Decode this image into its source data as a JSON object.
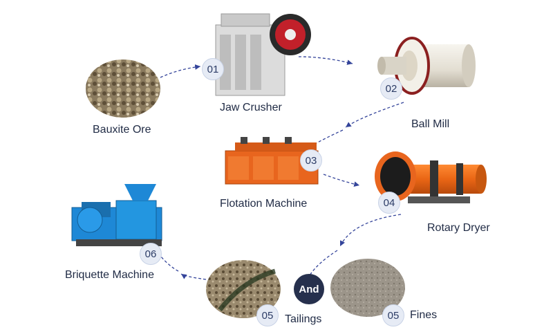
{
  "steps": {
    "ore": {
      "label": "Bauxite Ore"
    },
    "crusher": {
      "label": "Jaw Crusher",
      "badge": "01"
    },
    "mill": {
      "label": "Ball Mill",
      "badge": "02"
    },
    "flotation": {
      "label": "Flotation Machine",
      "badge": "03"
    },
    "dryer": {
      "label": "Rotary Dryer",
      "badge": "04"
    },
    "tailings": {
      "label": "Tailings",
      "badge": "05"
    },
    "fines": {
      "label": "Fines",
      "badge": "05"
    },
    "briquette": {
      "label": "Briquette Machine",
      "badge": "06"
    }
  },
  "connector": {
    "and_label": "And"
  },
  "colors": {
    "arrow": "#34449a",
    "badge_text": "#2c3c66",
    "badge_bg": "#e6ebf5",
    "and_bg": "#26304d",
    "orange": "#e8651e",
    "blue": "#1e88d6"
  }
}
